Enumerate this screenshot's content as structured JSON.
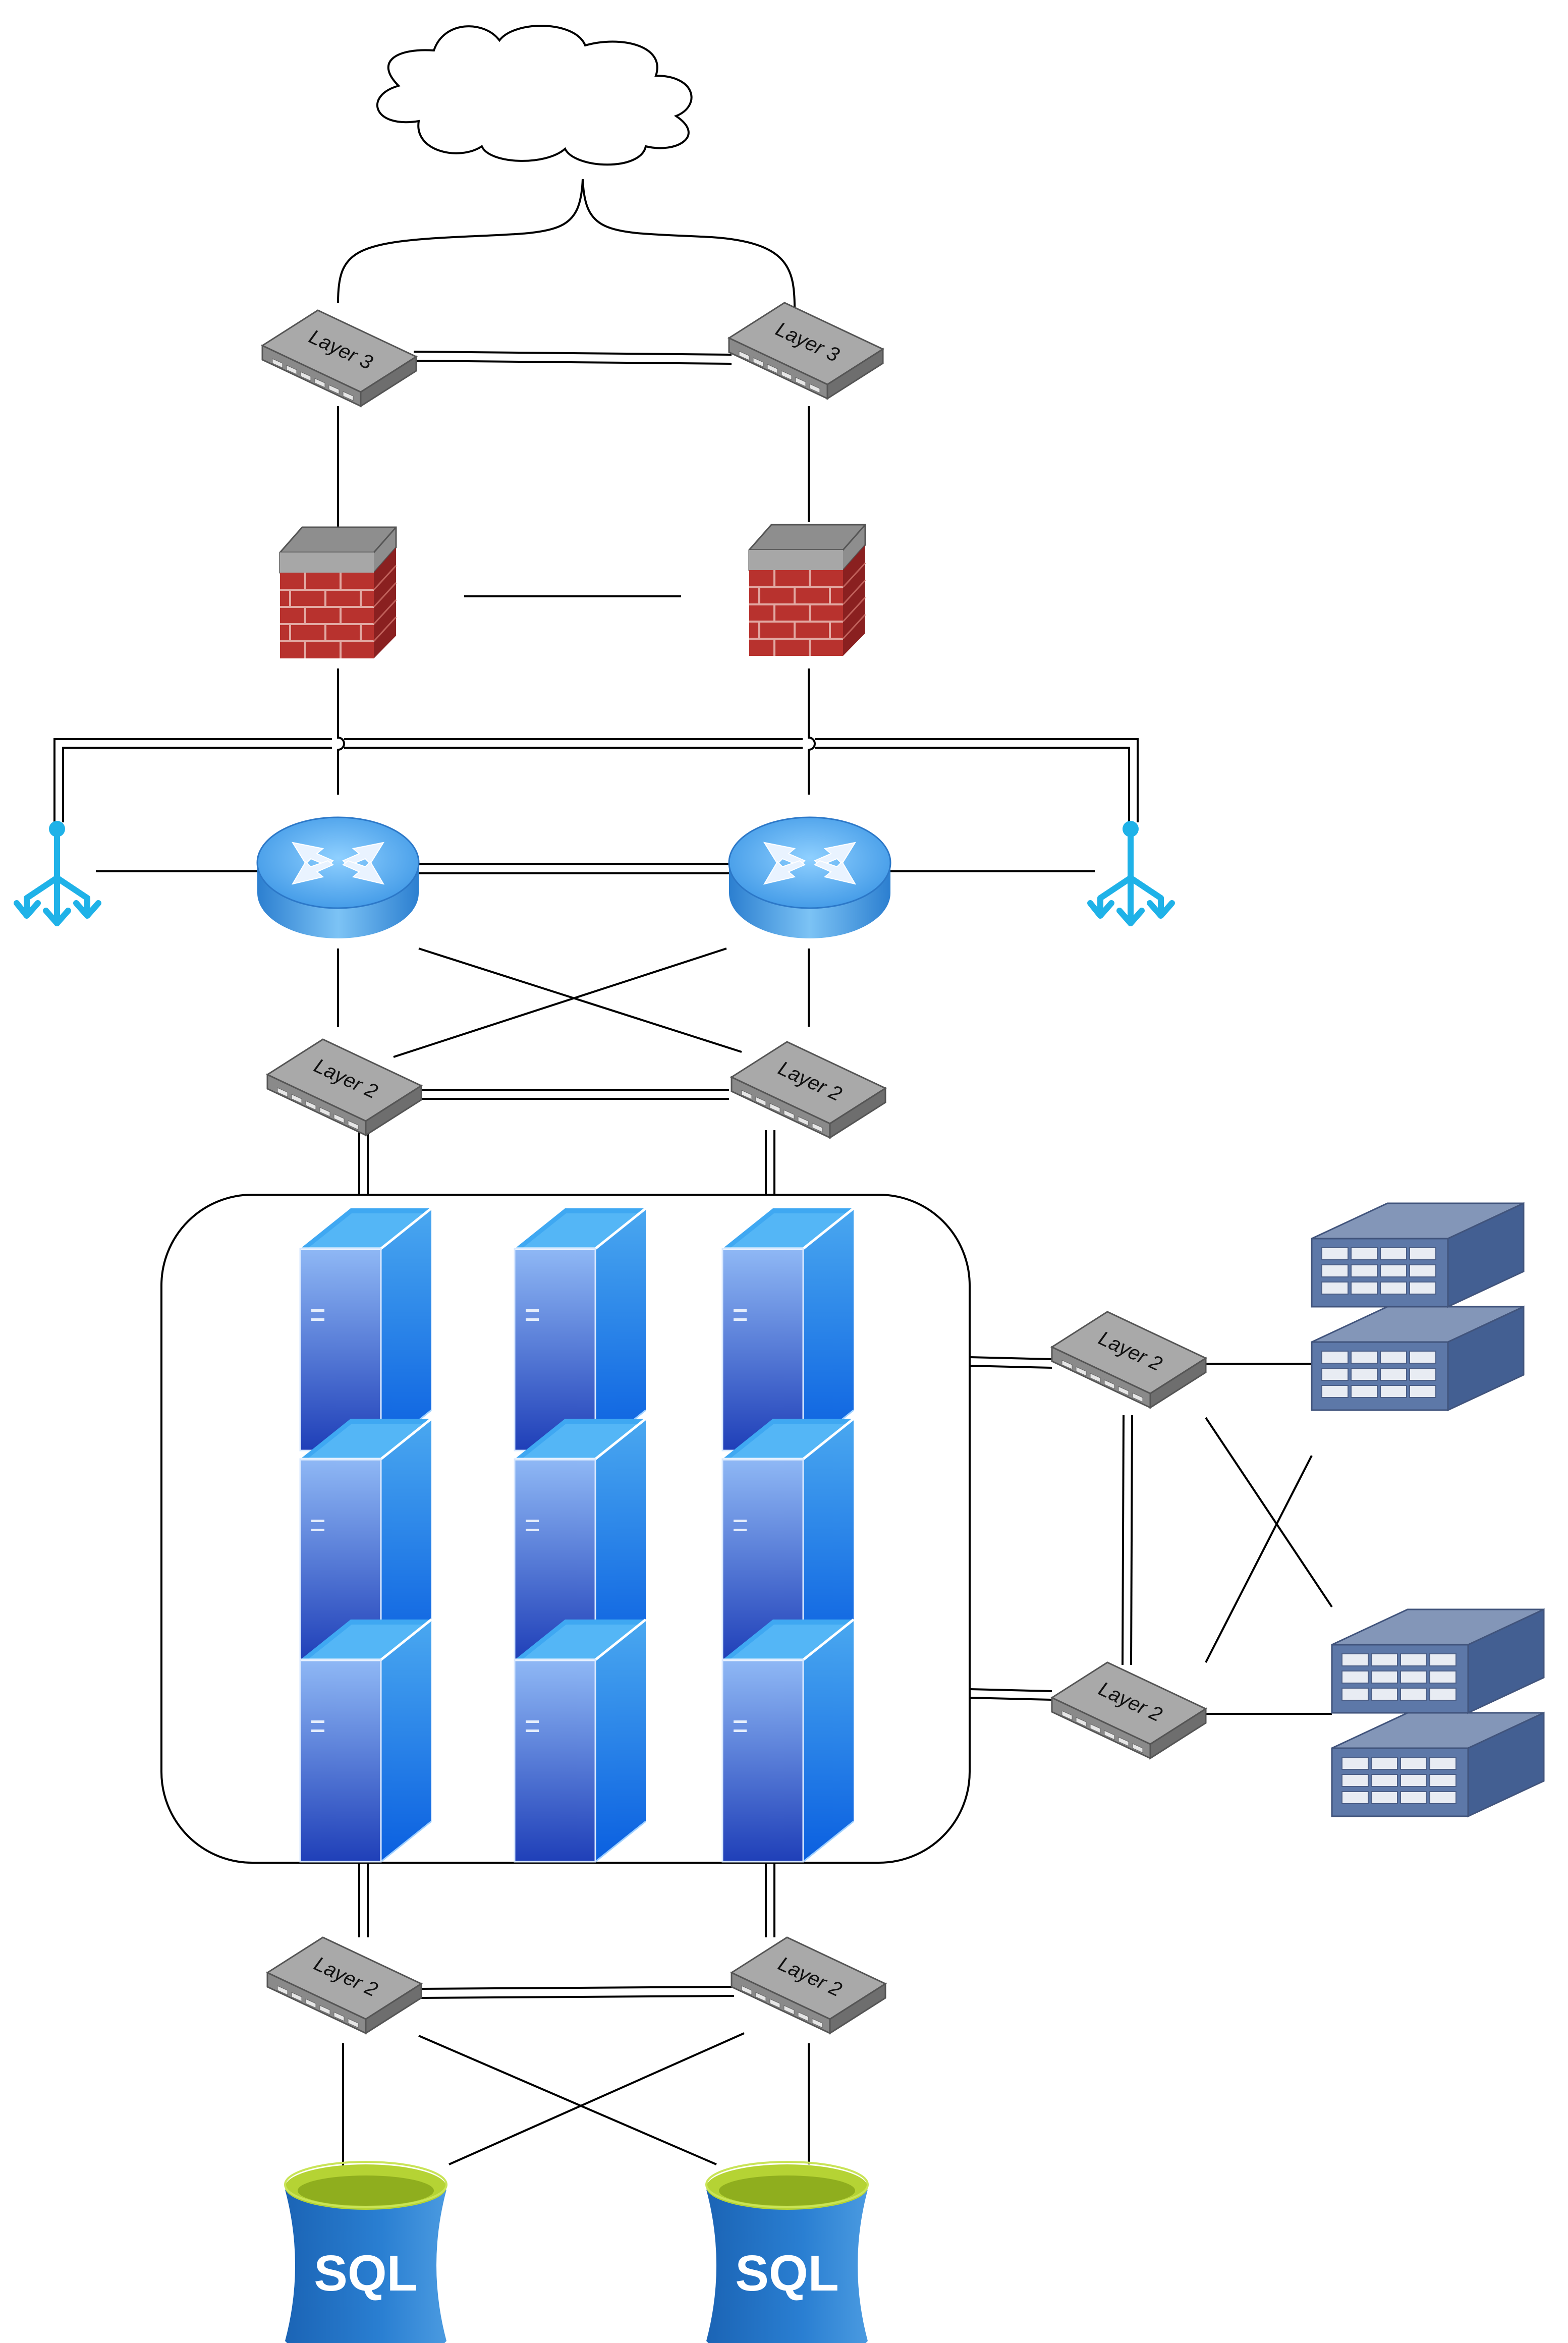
{
  "labels": {
    "l3_left": "Layer 3",
    "l3_right": "Layer 3",
    "l2_top_left": "Layer 2",
    "l2_top_right": "Layer 2",
    "l2_storage_top": "Layer 2",
    "l2_storage_bottom": "Layer 2",
    "l2_bottom_left": "Layer 2",
    "l2_bottom_right": "Layer 2",
    "sql_left": "SQL",
    "sql_right": "SQL"
  },
  "colors": {
    "line": "#000000",
    "switch": "#9a9a9a",
    "firewall_brick": "#b8322e",
    "router": "#4aa3e8",
    "server": "#3a7be0",
    "storage": "#5d78a8",
    "sql_blue": "#1f6fbf",
    "sql_lime": "#b5d334",
    "fanout_icon": "#1fb2e8"
  },
  "icons": {
    "cloud": "cloud-icon",
    "firewall": "firewall-icon",
    "router": "router-icon",
    "switch": "switch-icon",
    "server": "server-tower-icon",
    "storage": "storage-array-icon",
    "database": "sql-database-icon",
    "fanout": "fanout-arrow-icon"
  }
}
